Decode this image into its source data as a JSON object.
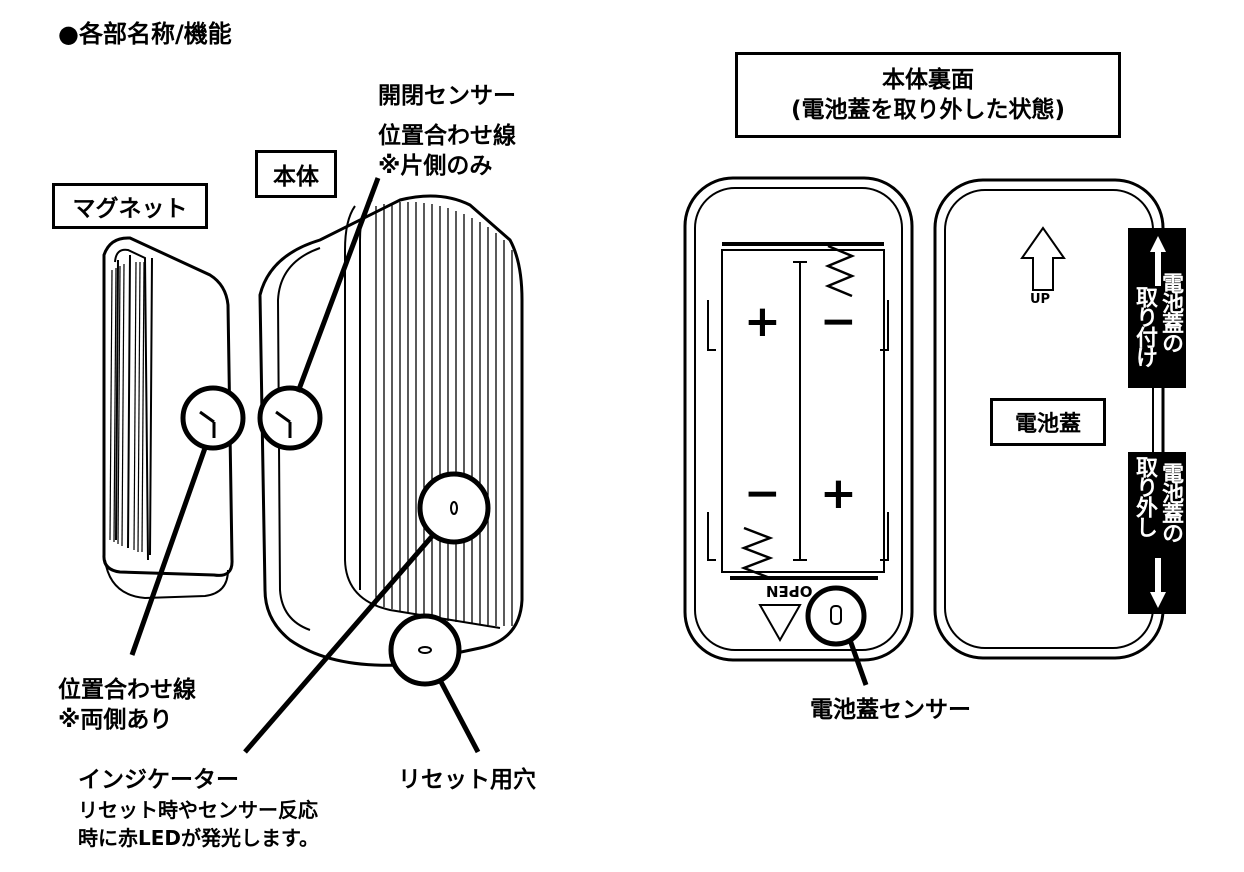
{
  "heading": "●各部名称/機能",
  "left": {
    "magnet_label": "マグネット",
    "body_label": "本体",
    "open_close_sensor": "開閉センサー",
    "alignment_line_body_1": "位置合わせ線",
    "alignment_line_body_2": "※片側のみ",
    "alignment_line_magnet_1": "位置合わせ線",
    "alignment_line_magnet_2": "※両側あり",
    "indicator_title": "インジケーター",
    "indicator_desc_1": "リセット時やセンサー反応",
    "indicator_desc_2": "時に赤LEDが発光します。",
    "reset_hole": "リセット用穴"
  },
  "right": {
    "back_title_1": "本体裏面",
    "back_title_2": "(電池蓋を取り外した状態)",
    "plus": "+",
    "minus": "−",
    "open_text": "OPEN",
    "cover_up": "UP",
    "cover_label": "電池蓋",
    "attach_col1": "電池蓋の",
    "attach_col2": "取り付け",
    "remove_col1": "電池蓋の",
    "remove_col2": "取り外し",
    "cover_sensor": "電池蓋センサー"
  }
}
